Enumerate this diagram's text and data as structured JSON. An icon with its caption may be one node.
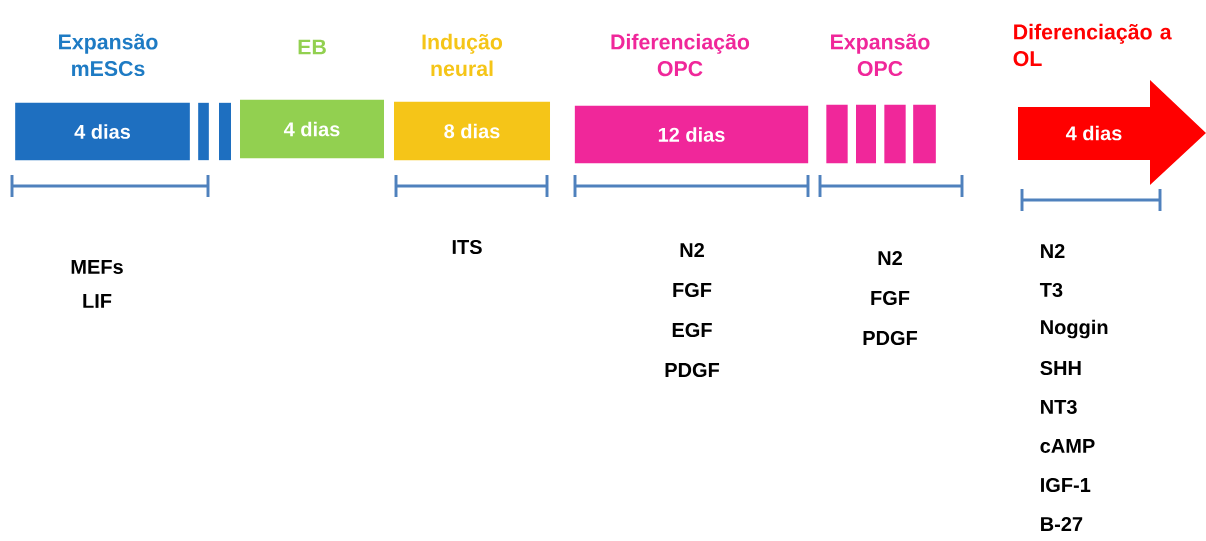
{
  "diagram": {
    "nodes": [
      {
        "text": [
          "Expansão mESCs",
          "4 dias"
        ],
        "beside": [
          "MEFs",
          "LIF"
        ]
      },
      {
        "text": [],
        "shape": "bar"
      },
      {
        "text": [],
        "shape": "bar"
      },
      {
        "text": [
          "EB",
          "4 dias"
        ]
      },
      {
        "text": [
          "Indução neural",
          "8 dias"
        ],
        "beside": [
          "ITS"
        ]
      },
      {
        "text": [
          "Diferenciação OPC",
          "12 dias"
        ],
        "beside": [
          "N2",
          "FGF",
          "EGF",
          "PDGF"
        ]
      },
      {
        "text": [],
        "shape": "bar"
      },
      {
        "text": [],
        "shape": "bar"
      },
      {
        "text": [],
        "shape": "bar"
      },
      {
        "text": [],
        "shape": "bar"
      },
      {
        "text": [
          "Diferenciação a OL",
          "4 dias"
        ],
        "beside": [
          "N2",
          "T3",
          "Noggin",
          "SHH",
          "NT3",
          "cAMP",
          "IGF-1",
          "B-27"
        ]
      }
    ],
    "edges": [],
    "labels": [
      "Expansão OPC",
      "N2",
      "FGF",
      "PDGF"
    ]
  }
}
